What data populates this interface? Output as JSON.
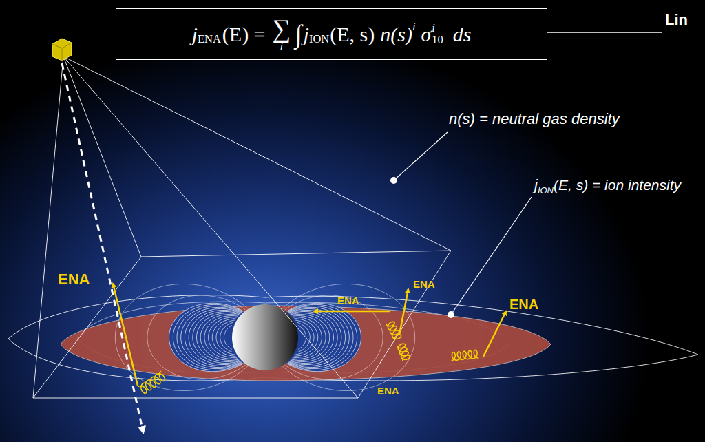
{
  "diagram": {
    "nodes": [
      {
        "text": [
          "j",
          "ENA",
          "(E) =",
          "∑",
          "i",
          "∫",
          "j",
          "ION",
          "(E, s)",
          "n(s)",
          "i",
          "σ",
          "i",
          "10",
          "ds"
        ]
      }
    ],
    "labels": [
      "Lin",
      "n(s) = neutral gas density",
      "j",
      "ION",
      "(E, s) = ion intensity",
      "ENA",
      "ENA",
      "ENA",
      "ENA",
      "ENA"
    ]
  }
}
